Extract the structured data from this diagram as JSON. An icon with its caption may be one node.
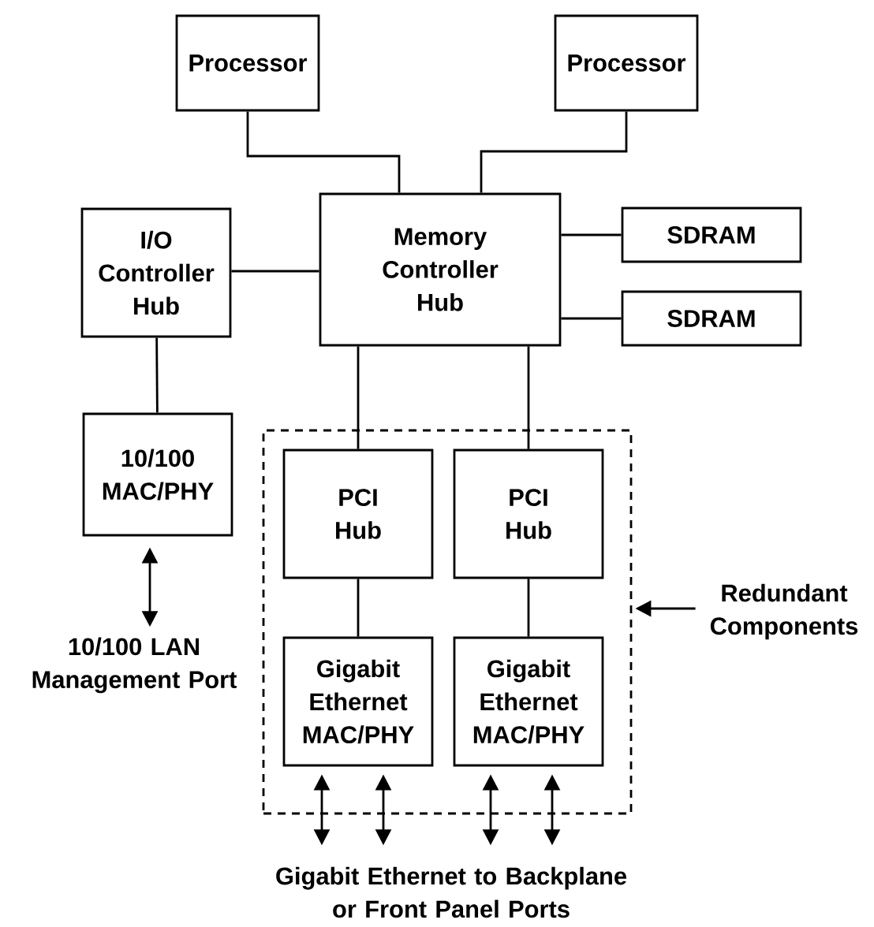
{
  "diagram": {
    "nodes": [
      {
        "text": [
          "Processor"
        ]
      },
      {
        "text": [
          "Processor"
        ]
      },
      {
        "text": [
          "I/O Controller Hub"
        ]
      },
      {
        "text": [
          "Memory Controller Hub"
        ]
      },
      {
        "text": [
          "SDRAM"
        ]
      },
      {
        "text": [
          "SDRAM"
        ]
      },
      {
        "text": [
          "10/100 MAC/PHY"
        ]
      },
      {
        "text": [],
        "shape": "box"
      },
      {
        "text": [
          "PCI Hub"
        ],
        "in": 7
      },
      {
        "text": [
          "PCI Hub"
        ],
        "in": 7
      },
      {
        "text": [
          "Gigabit Ethernet MAC/PHY"
        ],
        "in": 7
      },
      {
        "text": [
          "Gigabit Ethernet MAC/PHY"
        ],
        "in": 7
      },
      {
        "text": [
          "10/100 LAN Management Port"
        ]
      },
      {
        "text": [
          "Redundant Components"
        ]
      },
      {
        "text": [
          "Gigabit Ethernet to Backplane or Front Panel Ports"
        ]
      }
    ],
    "edges": [
      {
        "from": 0,
        "to": 3,
        "arrow": "none"
      },
      {
        "from": 1,
        "to": 3,
        "arrow": "none"
      },
      {
        "from": 2,
        "to": 3,
        "arrow": "none"
      },
      {
        "from": 3,
        "to": 4,
        "arrow": "none"
      },
      {
        "from": 3,
        "to": 5,
        "arrow": "none"
      },
      {
        "from": 2,
        "to": 6,
        "arrow": "none"
      },
      {
        "from": 3,
        "to": 8,
        "arrow": "none"
      },
      {
        "from": 3,
        "to": 9,
        "arrow": "none"
      },
      {
        "from": 8,
        "to": 10,
        "arrow": "none"
      },
      {
        "from": 9,
        "to": 11,
        "arrow": "none"
      },
      {
        "from": 6,
        "to": 12,
        "arrow": "both"
      },
      {
        "from": 13,
        "to": 7,
        "arrow": "to"
      },
      {
        "from": 10,
        "to": 14,
        "arrow": "both"
      },
      {
        "from": 10,
        "to": 14,
        "arrow": "both"
      },
      {
        "from": 11,
        "to": 14,
        "arrow": "both"
      },
      {
        "from": 11,
        "to": 14,
        "arrow": "both"
      }
    ]
  }
}
